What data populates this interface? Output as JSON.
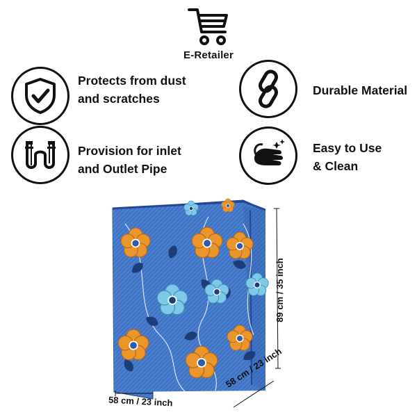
{
  "brand": {
    "name": "E-Retailer",
    "icon": "shopping-cart-icon"
  },
  "features": [
    {
      "label_line1": "Protects from dust",
      "label_line2": "and scratches",
      "icon": "shield-check-icon"
    },
    {
      "label_line1": "Durable Material",
      "label_line2": "",
      "icon": "chain-link-icon"
    },
    {
      "label_line1": "Provision for inlet",
      "label_line2": "and Outlet Pipe",
      "icon": "pipe-icon"
    },
    {
      "label_line1": "Easy to Use",
      "label_line2": "& Clean",
      "icon": "cleaning-hand-icon"
    }
  ],
  "dimensions": {
    "width": "58 cm / 23 inch",
    "depth": "58 cm / 23 inch",
    "height": "89 cm / 35 inch"
  },
  "colors": {
    "fabric_blue": "#3f74c4",
    "flower_orange": "#e9962d",
    "flower_light_blue": "#7ec8e8",
    "leaf_navy": "#1d3c7a"
  }
}
